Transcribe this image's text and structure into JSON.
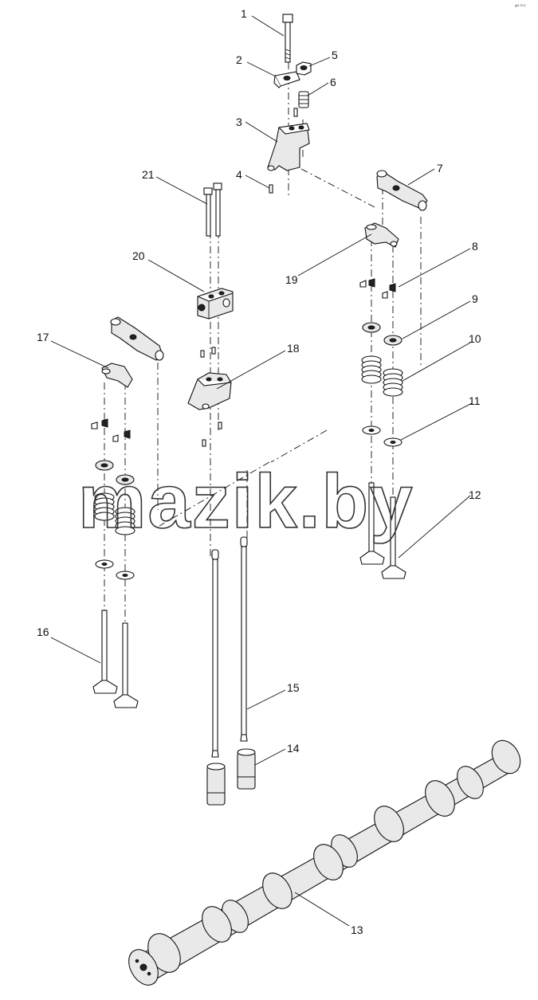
{
  "diagram": {
    "corner_note": "sᴹ ²⁰¹²",
    "watermark": "mazik.by",
    "callouts": [
      "1",
      "2",
      "3",
      "4",
      "5",
      "6",
      "7",
      "8",
      "9",
      "10",
      "11",
      "12",
      "13",
      "14",
      "15",
      "16",
      "17",
      "18",
      "19",
      "20",
      "21"
    ]
  },
  "colors": {
    "line": "#111111",
    "background": "#ffffff",
    "fill": "#e9e9e9"
  }
}
